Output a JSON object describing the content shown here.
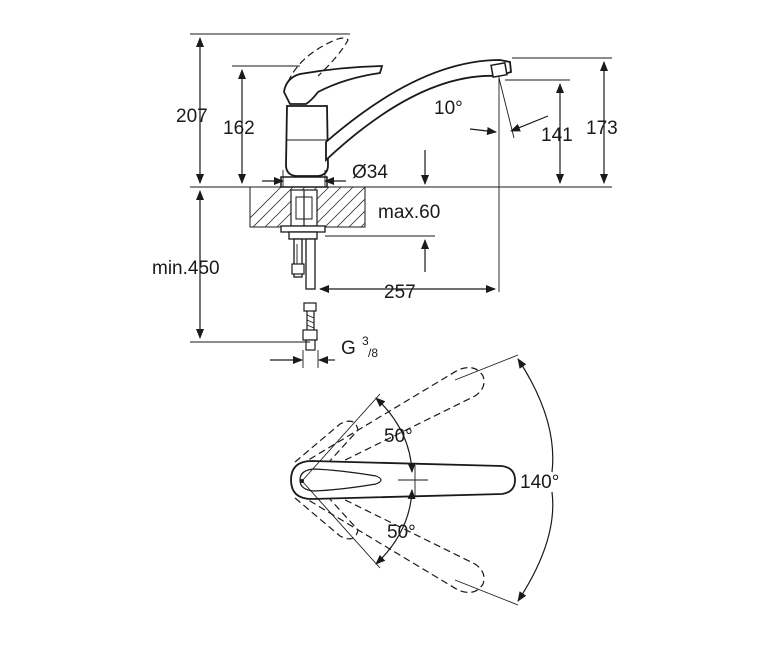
{
  "side_view": {
    "dimensions": {
      "total_height": "207",
      "body_height": "162",
      "spout_height": "173",
      "spout_clearance": "141",
      "spout_angle": "10°",
      "base_diameter": "Ø34",
      "max_deck_thickness": "max.60",
      "min_hose_length": "min.450",
      "spout_reach": "257",
      "connection_thread": "G",
      "connection_thread_sup": "3",
      "connection_thread_sub": "/8"
    }
  },
  "top_view": {
    "dimensions": {
      "lever_angle_upper": "50°",
      "lever_angle_lower": "50°",
      "swivel_range": "140°"
    }
  }
}
